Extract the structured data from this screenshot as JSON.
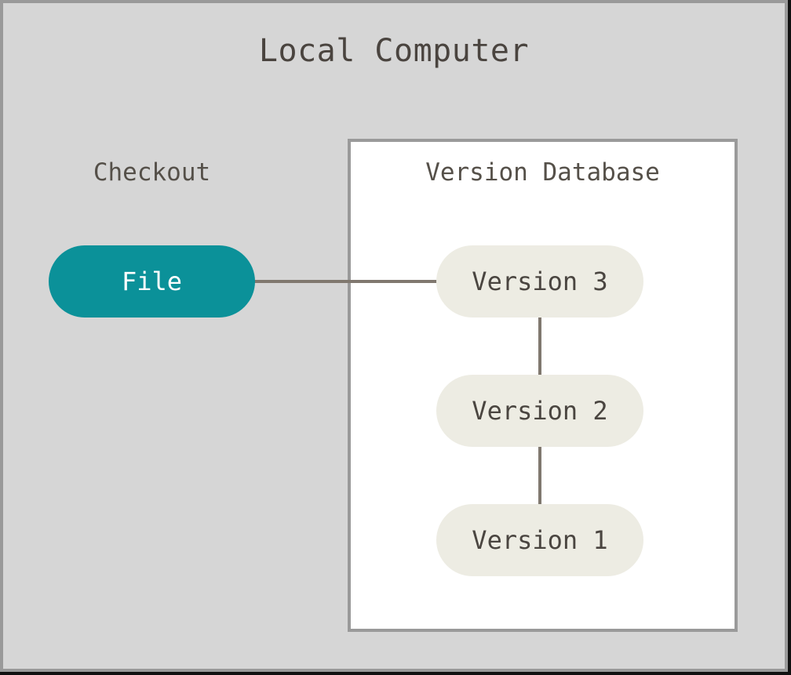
{
  "diagram": {
    "title": "Local Computer",
    "background_color": "#d6d6d6",
    "frame_color": "#9a9a9a",
    "connector_color": "#80786f",
    "checkout": {
      "label": "Checkout",
      "node": {
        "label": "File",
        "fill_color": "#0b9199",
        "text_color": "#ffffff"
      }
    },
    "version_database": {
      "label": "Version Database",
      "fill_color": "#ffffff",
      "border_color": "#9a9a9a",
      "node_fill_color": "#edece3",
      "node_text_color": "#4a4540",
      "versions": [
        {
          "label": "Version 3"
        },
        {
          "label": "Version 2"
        },
        {
          "label": "Version 1"
        }
      ]
    }
  }
}
